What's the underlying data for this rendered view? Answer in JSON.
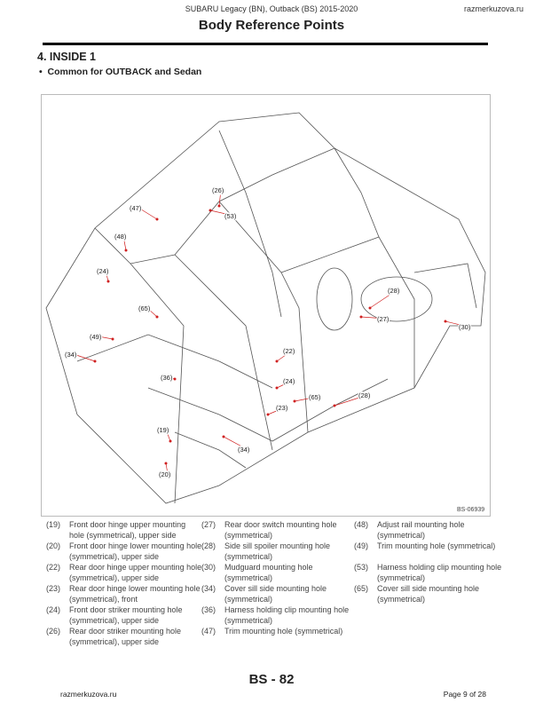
{
  "header": {
    "title": "SUBARU Legacy (BN), Outback (BS) 2015-2020",
    "site": "razmerkuzova.ru",
    "doc_title": "Body Reference Points"
  },
  "section": {
    "title": "4.  INSIDE 1",
    "subtitle": "Common for OUTBACK and Sedan"
  },
  "diagram": {
    "code": "BS-06939",
    "callouts": [
      "(26)",
      "(47)",
      "(53)",
      "(48)",
      "(24)",
      "(65)",
      "(49)",
      "(34)",
      "(36)",
      "(22)",
      "(24)",
      "(28)",
      "(27)",
      "(30)",
      "(65)",
      "(28)",
      "(23)",
      "(19)",
      "(34)",
      "(20)"
    ]
  },
  "legend": [
    {
      "num": "(19)",
      "text": "Front door hinge upper mounting hole (symmetrical), upper side"
    },
    {
      "num": "(20)",
      "text": "Front door hinge lower mounting hole (symmetrical), upper side"
    },
    {
      "num": "(22)",
      "text": "Rear door hinge upper mounting hole (symmetrical), upper side"
    },
    {
      "num": "(23)",
      "text": "Rear door hinge lower mounting hole (symmetrical), front"
    },
    {
      "num": "(24)",
      "text": "Front door striker mounting hole (symmetrical), upper side"
    },
    {
      "num": "(26)",
      "text": "Rear door striker mounting hole (symmetrical), upper side"
    },
    {
      "num": "(27)",
      "text": "Rear door switch mounting hole (symmetrical)"
    },
    {
      "num": "(28)",
      "text": "Side sill spoiler mounting hole (symmetrical)"
    },
    {
      "num": "(30)",
      "text": "Mudguard mounting hole (symmetrical)"
    },
    {
      "num": "(34)",
      "text": "Cover sill side mounting hole (symmetrical)"
    },
    {
      "num": "(36)",
      "text": "Harness holding clip mounting hole (symmetrical)"
    },
    {
      "num": "(47)",
      "text": "Trim mounting hole (symmetrical)"
    },
    {
      "num": "(48)",
      "text": "Adjust rail mounting hole (symmetrical)"
    },
    {
      "num": "(49)",
      "text": "Trim mounting hole (symmetrical)"
    },
    {
      "num": "(53)",
      "text": "Harness holding clip mounting hole (symmetrical)"
    },
    {
      "num": "(65)",
      "text": "Cover sill side mounting hole (symmetrical)"
    }
  ],
  "footer": {
    "site": "razmerkuzova.ru",
    "page_code": "BS - 82",
    "page": "Page 9 of 28"
  },
  "colors": {
    "leader": "#d02020"
  }
}
